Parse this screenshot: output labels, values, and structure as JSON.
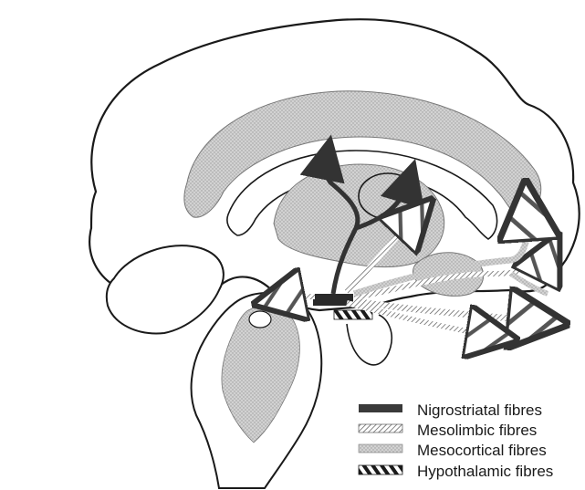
{
  "legend": {
    "items": [
      {
        "id": "nigrostriatal",
        "label": "Nigrostriatal fibres",
        "swatch": "solid-dark"
      },
      {
        "id": "mesolimbic",
        "label": "Mesolimbic fibres",
        "swatch": "hatched-light"
      },
      {
        "id": "mesocortical",
        "label": "Mesocortical fibres",
        "swatch": "dotted-grey"
      },
      {
        "id": "hypothalamic",
        "label": "Hypothalamic fibres",
        "swatch": "diagonal-stripes"
      }
    ]
  },
  "colors": {
    "outline": "#1a1a1a",
    "grey_region": "#c8c8c8",
    "dark_fibre": "#333333",
    "background": "#ffffff"
  }
}
